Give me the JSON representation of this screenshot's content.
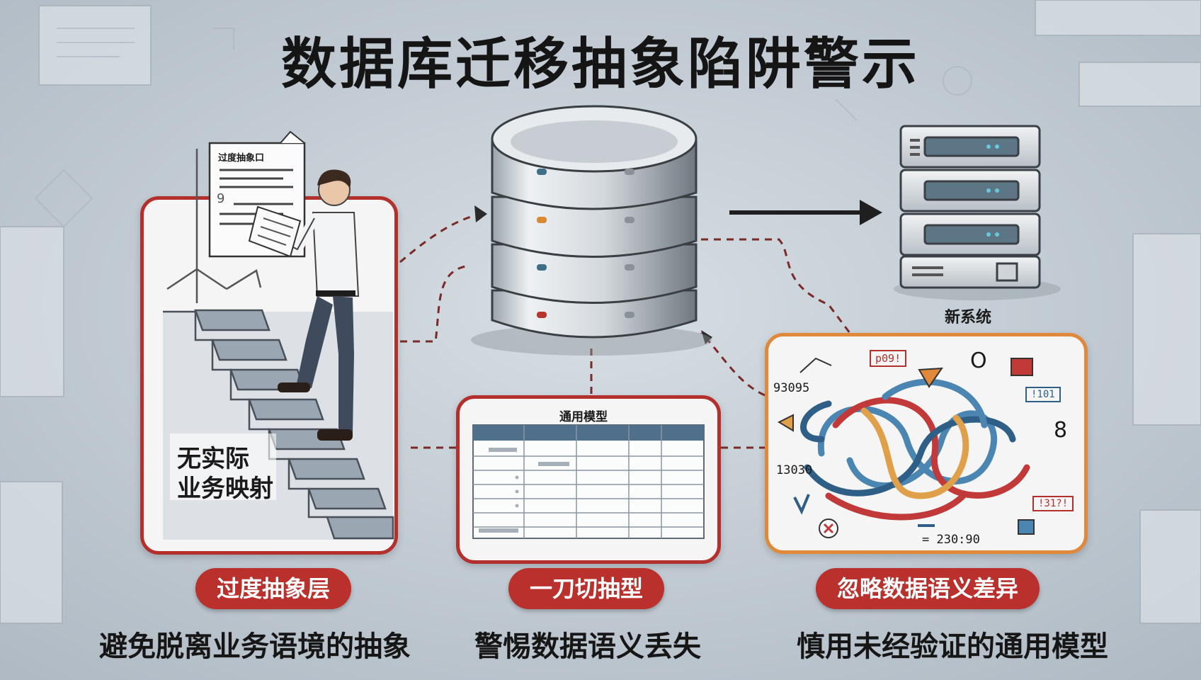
{
  "title": "数据库迁移抽象陷阱警示",
  "new_system_label": "新系统",
  "left_panel": {
    "doc_heading": "过度抽象口",
    "doc_mark": "9",
    "sign_line1": "无实际",
    "sign_line2": "业务映射"
  },
  "mid_panel": {
    "heading": "通用模型"
  },
  "right_panel": {
    "num_a": "93095",
    "num_b": "13030",
    "num_c": "= 230:90",
    "tag_a": "p09!",
    "tag_b": "!101",
    "tag_c": "!31?!",
    "glyph_o": "O",
    "glyph_8": "8"
  },
  "pills": [
    "过度抽象层",
    "一刀切抽型",
    "忽略数据语义差异"
  ],
  "captions": [
    "避免脱离业务语境的抽象",
    "警惕数据语义丢失",
    "慎用未经验证的通用模型"
  ],
  "colors": {
    "accent_red": "#b9302c",
    "accent_orange": "#e0893a",
    "background": "#c5ced6"
  }
}
